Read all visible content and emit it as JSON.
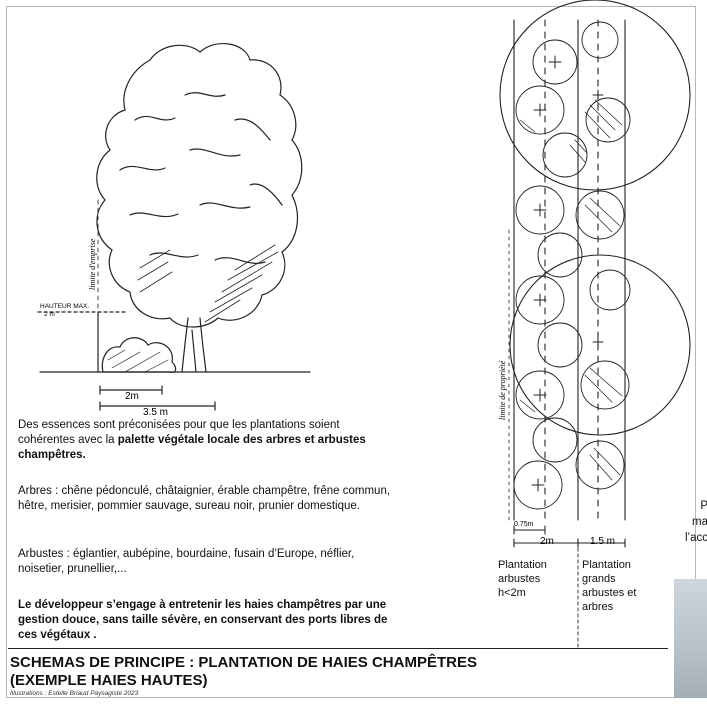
{
  "tree_sketch": {
    "height_label_line1": "HAUTEUR MAX.",
    "height_label_line2": "2 m",
    "limit_label": "limite d'emprise",
    "dim_shrub_width": "2m",
    "dim_total_width": "3.5 m"
  },
  "hedge_plan": {
    "limit_label": "limite de propriété",
    "dim_edge": "0.75m",
    "dim_shrub_row": "2m",
    "dim_tree_row": "1.5 m",
    "col_shrubs": [
      "Plantation",
      "arbustes",
      "h<2m"
    ],
    "col_trees": [
      "Plantation",
      "grands",
      "arbustes et",
      "arbres"
    ]
  },
  "text": {
    "intro_part1": "Des essences sont préconisées pour que les plantations soient cohérentes avec la ",
    "intro_bold": "palette végétale locale des arbres et arbustes champêtres.",
    "trees": "Arbres : chêne pédonculé, châtaignier, érable champêtre, frêne commun, hêtre, merisier, pommier sauvage, sureau noir, prunier domestique.",
    "shrubs": "Arbustes : églantier, aubépine, bourdaine, fusain d’Europe, néflier, noisetier, prunellier,...",
    "commitment": "Le développeur s’engage à entretenir les haies champêtres par une gestion douce, sans taille sévère, en conservant des ports libres de ces végétaux ."
  },
  "heading": {
    "line1": "SCHEMAS DE PRINCIPE : PLANTATION DE HAIES CHAMPÊTRES",
    "line2": "(EXEMPLE HAIES HAUTES)"
  },
  "credit": "Illustrations : Estelle Briaud Paysagiste 2023",
  "right_cut_text": [
    "P",
    "ma",
    "l’acc"
  ]
}
